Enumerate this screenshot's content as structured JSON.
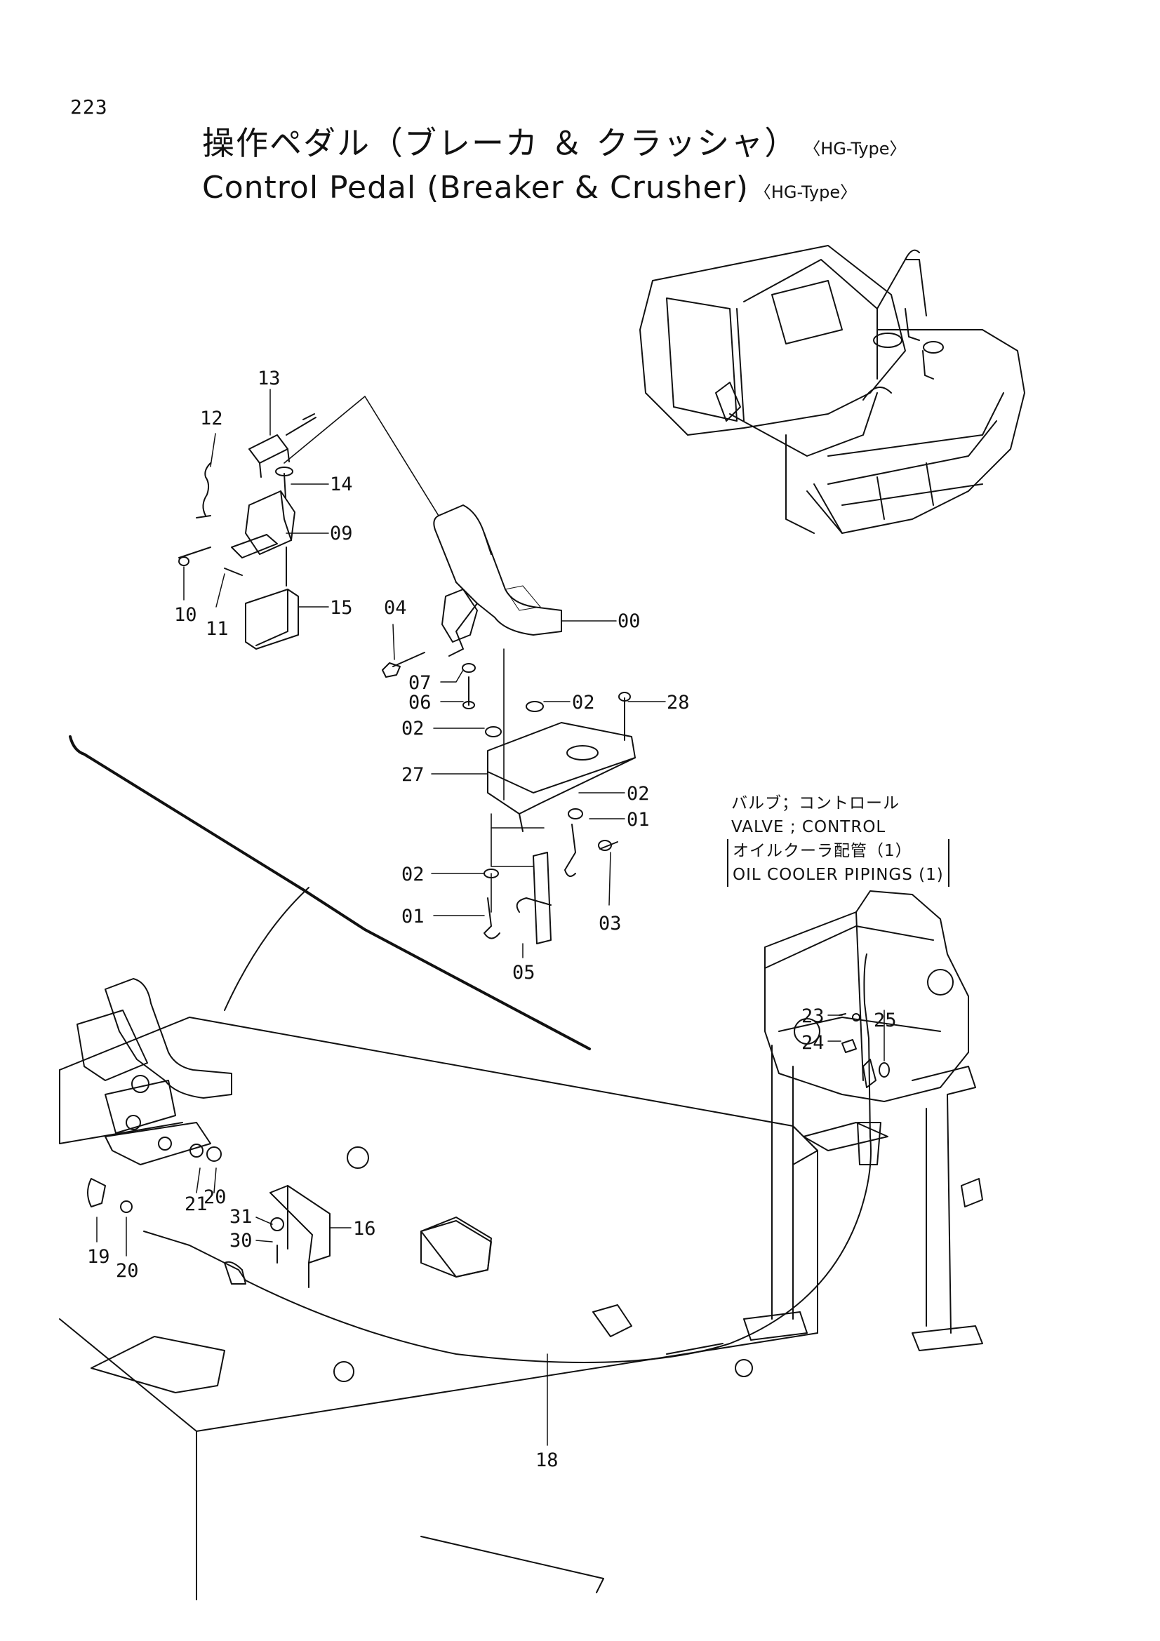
{
  "page": {
    "number": "223"
  },
  "title": {
    "jp": "操作ペダル（ブレーカ ＆ クラッシャ）",
    "en": "Control Pedal (Breaker & Crusher)",
    "type_tag": "〈HG-Type〉"
  },
  "valve_note": {
    "jp_name": "バルブ；コントロール",
    "en_name": "VALVE ; CONTROL",
    "jp_ref": "オイルクーラ配管（1）",
    "en_ref": "OIL COOLER PIPINGS (1)"
  },
  "callouts": {
    "c13": "13",
    "c12": "12",
    "c14": "14",
    "c09": "09",
    "c10": "10",
    "c11": "11",
    "c15": "15",
    "c04": "04",
    "c00": "00",
    "c07": "07",
    "c06": "06",
    "c02a": "02",
    "c28": "28",
    "c02b": "02",
    "c27": "27",
    "c02c": "02",
    "c01a": "01",
    "c02d": "02",
    "c03": "03",
    "c01b": "01",
    "c05": "05",
    "c23": "23",
    "c25": "25",
    "c24": "24",
    "c21": "21",
    "c20a": "20",
    "c31": "31",
    "c16": "16",
    "c30": "30",
    "c19": "19",
    "c20b": "20",
    "c18": "18"
  }
}
